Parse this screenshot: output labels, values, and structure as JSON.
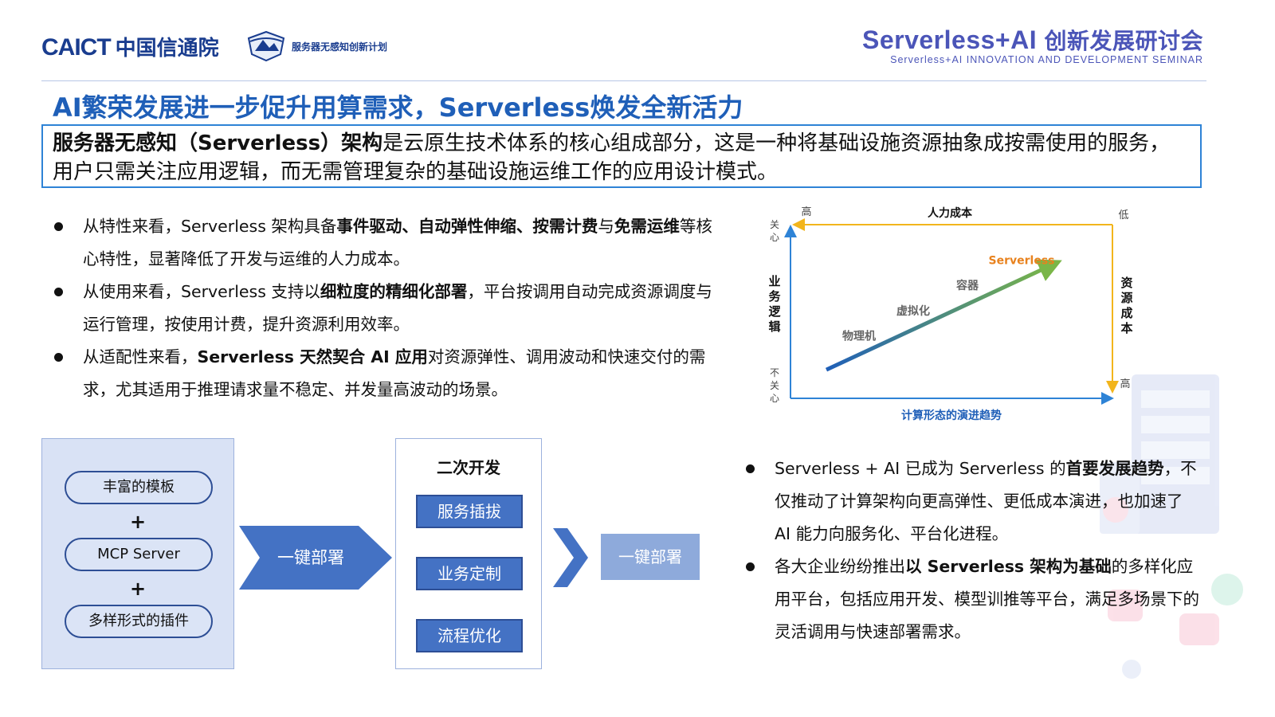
{
  "header": {
    "caict_logo": "CAICT",
    "caict_cn": "中国信通院",
    "plan_logo_text": "服务器无感知创新计划",
    "seminar_title_en": "Serverless+AI",
    "seminar_title_cn": "创新发展研讨会",
    "seminar_subtitle": "Serverless+AI INNOVATION AND DEVELOPMENT SEMINAR"
  },
  "slide_title": "AI繁荣发展进一步促升用算需求，Serverless焕发全新活力",
  "definition": {
    "bold": "服务器无感知（Serverless）架构",
    "rest": "是云原生技术体系的核心组成部分，这是一种将基础设施资源抽象成按需使用的服务，用户只需关注应用逻辑，而无需管理复杂的基础设施运维工作的应用设计模式。"
  },
  "bullets_left": [
    {
      "p1": "从特性来看，Serverless 架构具备",
      "b1": "事件驱动、自动弹性伸缩、按需计费",
      "p2": "与",
      "b2": "免需运维",
      "p3": "等核心特性，显著降低了开发与运维的人力成本。"
    },
    {
      "p1": "从使用来看，Serverless 支持以",
      "b1": "细粒度的精细化部署",
      "p2": "，平台按调用自动完成资源调度与运行管理，按使用计费，提升资源利用效率。",
      "b2": "",
      "p3": ""
    },
    {
      "p1": "从适配性来看，",
      "b1": "Serverless 天然契合 AI 应用",
      "p2": "对资源弹性、调用波动和快速交付的需求，尤其适用于推理请求量不稳定、并发量高波动的场景。",
      "b2": "",
      "p3": ""
    }
  ],
  "bullets_right": [
    {
      "p1": "Serverless + AI 已成为 Serverless 的",
      "b1": "首要发展趋势",
      "p2": "，不仅推动了计算架构向更高弹性、更低成本演进，也加速了 AI 能力向服务化、平台化进程。"
    },
    {
      "p1": "各大企业纷纷推出",
      "b1": "以 Serverless 架构为基础",
      "p2": "的多样化应用平台，包括应用开发、模型训推等平台，满足多场景下的灵活调用与快速部署需求。"
    }
  ],
  "chart_data": {
    "type": "line",
    "top_axis_label": "人力成本",
    "top_left_label": "高",
    "top_right_label": "低",
    "left_axis_label": "业务逻辑",
    "left_top_label": "关心",
    "left_bottom_label": "不关心",
    "right_axis_label": "资源成本",
    "right_bottom_label": "高",
    "bottom_axis_label": "计算形态的演进趋势",
    "points": [
      {
        "label": "物理机",
        "x": 1,
        "y": 1
      },
      {
        "label": "虚拟化",
        "x": 2,
        "y": 2
      },
      {
        "label": "容器",
        "x": 3,
        "y": 3
      },
      {
        "label": "Serverless",
        "x": 4,
        "y": 4
      }
    ],
    "xlim": [
      0,
      5
    ],
    "ylim": [
      0,
      5
    ],
    "colors": {
      "start": "#1f5fb8",
      "end": "#7ab648",
      "serverless_label": "#e8821e",
      "top_axis": "#f2b51c"
    }
  },
  "flow": {
    "left_items": [
      "丰富的模板",
      "MCP Server",
      "多样形式的插件"
    ],
    "plus": "+",
    "arrow1_label": "一键部署",
    "mid_title": "二次开发",
    "mid_items": [
      "服务插拔",
      "业务定制",
      "流程优化"
    ],
    "right_button": "一键部署"
  }
}
